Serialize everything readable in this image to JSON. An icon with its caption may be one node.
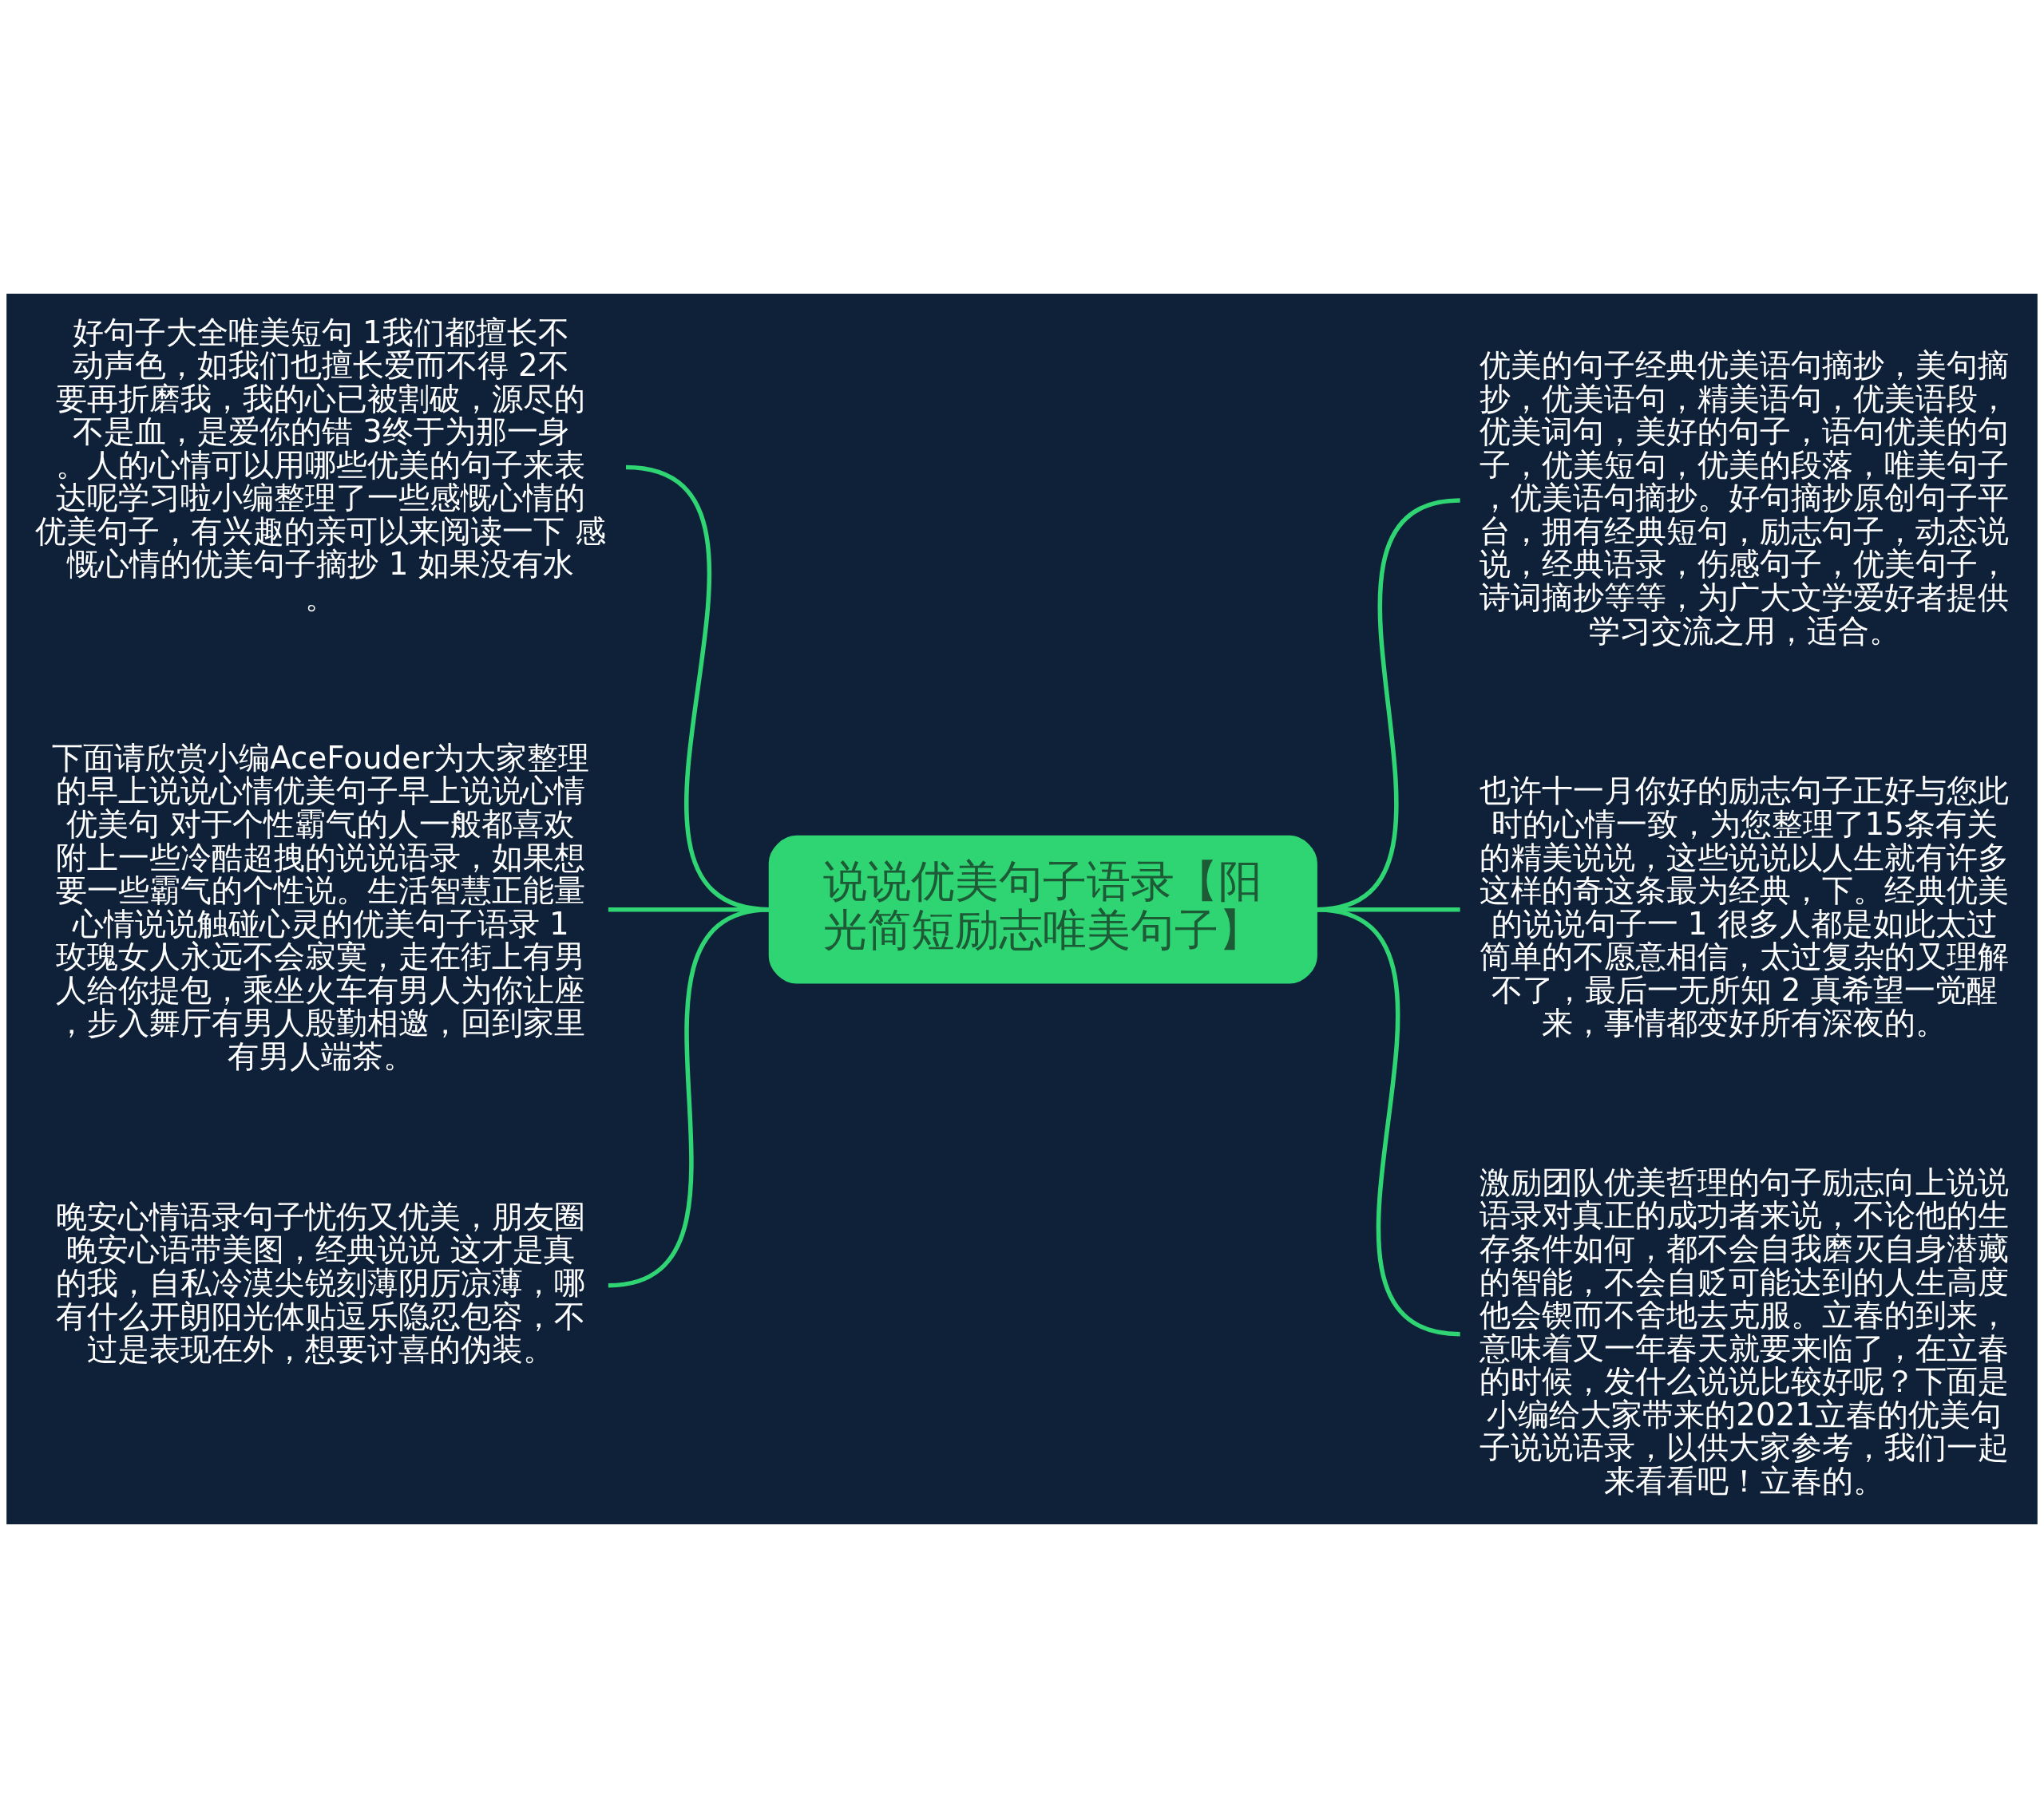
{
  "diagram": {
    "nodes": [
      {
        "text": [
          "说说优美句子语录【阳光简短励志唯美句子】"
        ]
      },
      {
        "text": [
          "好句子大全唯美短句 1我们都擅长不动声色，如我们也擅长爱而不得 2不要再折磨我，我的心已被割破，源尽的不是血，是爱你的错 3终于为那一身。人的心情可以用哪些优美的句子来表达呢学习啦小编整理了一些感慨心情的优美句子，有兴趣的亲可以来阅读一下 感慨心情的优美句子摘抄 1 如果没有水。"
        ]
      },
      {
        "text": [
          "下面请欣赏小编AceFouder为大家整理的早上说说心情优美句子早上说说心情优美句 对于个性霸气的人一般都喜欢附上一些冷酷超拽的说说语录，如果想要一些霸气的个性说。生活智慧正能量心情说说触碰心灵的优美句子语录 1玫瑰女人永远不会寂寞，走在街上有男人给你提包，乘坐火车有男人为你让座，步入舞厅有男人殷勤相邀，回到家里有男人端茶。"
        ]
      },
      {
        "text": [
          "晚安心情语录句子忧伤又优美，朋友圈晚安心语带美图，经典说说 这才是真的我，自私冷漠尖锐刻薄阴厉凉薄，哪有什么开朗阳光体贴逗乐隐忍包容，不过是表现在外，想要讨喜的伪装。"
        ]
      },
      {
        "text": [
          "优美的句子经典优美语句摘抄，美句摘抄，优美语句，精美语句，优美语段，优美词句，美好的句子，语句优美的句子，优美短句，优美的段落，唯美句子，优美语句摘抄。好句摘抄原创句子平台，拥有经典短句，励志句子，动态说说，经典语录，伤感句子，优美句子，诗词摘抄等等，为广大文学爱好者提供学习交流之用，适合。"
        ]
      },
      {
        "text": [
          "也许十一月你好的励志句子正好与您此时的心情一致，为您整理了15条有关的精美说说，这些说说以人生就有许多这样的奇这条最为经典，下。经典优美的说说句子一 1 很多人都是如此太过简单的不愿意相信，太过复杂的又理解不了，最后一无所知 2 真希望一觉醒来，事情都变好所有深夜的。"
        ]
      },
      {
        "text": [
          "激励团队优美哲理的句子励志向上说说语录对真正的成功者来说，不论他的生存条件如何，都不会自我磨灭自身潜藏的智能，不会自贬可能达到的人生高度他会锲而不舍地去克服。立春的到来，意味着又一年春天就要来临了，在立春的时候，发什么说说比较好呢？下面是小编给大家带来的2021立春的优美句子说说语录，以供大家参考，我们一起来看看吧！立春的。"
        ]
      }
    ],
    "edges": [
      {
        "from": 0,
        "to": 1,
        "arrow": "none"
      },
      {
        "from": 0,
        "to": 2,
        "arrow": "none"
      },
      {
        "from": 0,
        "to": 3,
        "arrow": "none"
      },
      {
        "from": 0,
        "to": 4,
        "arrow": "none"
      },
      {
        "from": 0,
        "to": 5,
        "arrow": "none"
      },
      {
        "from": 0,
        "to": 6,
        "arrow": "none"
      }
    ]
  }
}
